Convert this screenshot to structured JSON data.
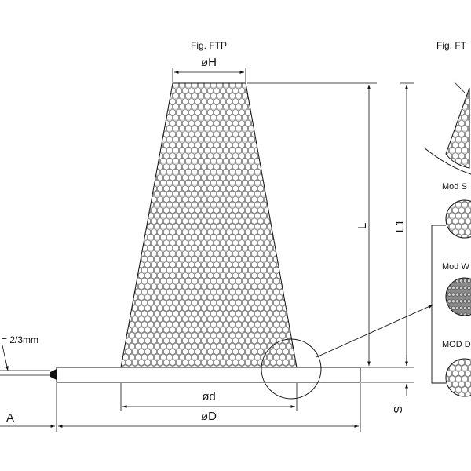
{
  "figures": {
    "main": "Fig. FTP",
    "right": "Fig. FT"
  },
  "dimensions": {
    "top_diameter": "øH",
    "cone_height": "L",
    "total_height": "L1",
    "inner_diameter": "ød",
    "outer_diameter": "øD",
    "flange_thickness": "S",
    "offset": "A",
    "weld_note": "= 2/3mm"
  },
  "modules": {
    "first": "Mod S",
    "second": "Mod W",
    "third": "MOD D"
  },
  "colors": {
    "line": "#111111",
    "mesh_fill": "#d6d6d6",
    "mesh_stroke": "#555555",
    "dense_fill": "#8a8a8a"
  }
}
